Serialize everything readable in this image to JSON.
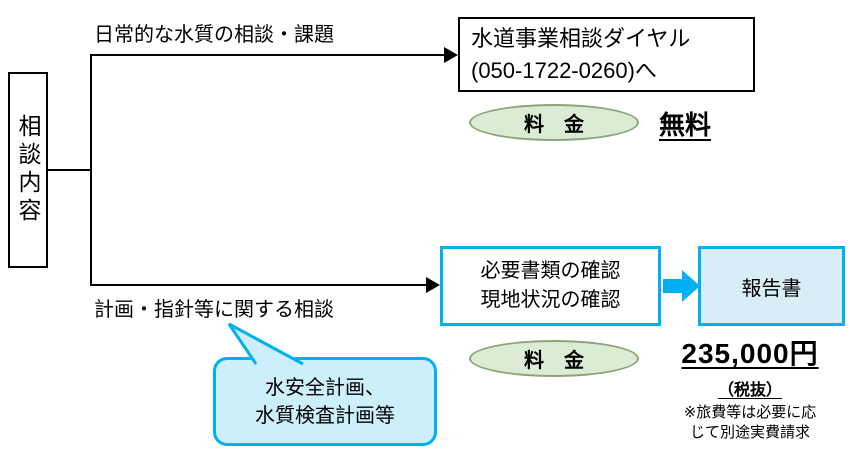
{
  "diagram": {
    "root_label": "相談内容",
    "colors": {
      "accent_blue": "#00b0f0",
      "light_blue_fill": "#cdeefb",
      "report_fill": "#d9edf6",
      "green_fill": "#dcebd4",
      "green_border": "#8ba47a",
      "line_color": "#000000"
    },
    "branch_top": {
      "label": "日常的な水質の相談・課題",
      "target_line1": "水道事業相談ダイヤル",
      "target_line2": "(050-1722-0260)へ",
      "fee_label": "料　金",
      "fee_value": "無料"
    },
    "branch_bottom": {
      "label": "計画・指針等に関する相談",
      "process_line1": "必要書類の確認",
      "process_line2": "現地状況の確認",
      "result": "報告書",
      "fee_label": "料　金",
      "fee_value": "235,000円",
      "fee_tax_note": "（税抜）",
      "fee_note_line1": "※旅費等は必要に応",
      "fee_note_line2": "じて別途実費請求",
      "bubble_line1": "水安全計画、",
      "bubble_line2": "水質検査計画等"
    }
  }
}
